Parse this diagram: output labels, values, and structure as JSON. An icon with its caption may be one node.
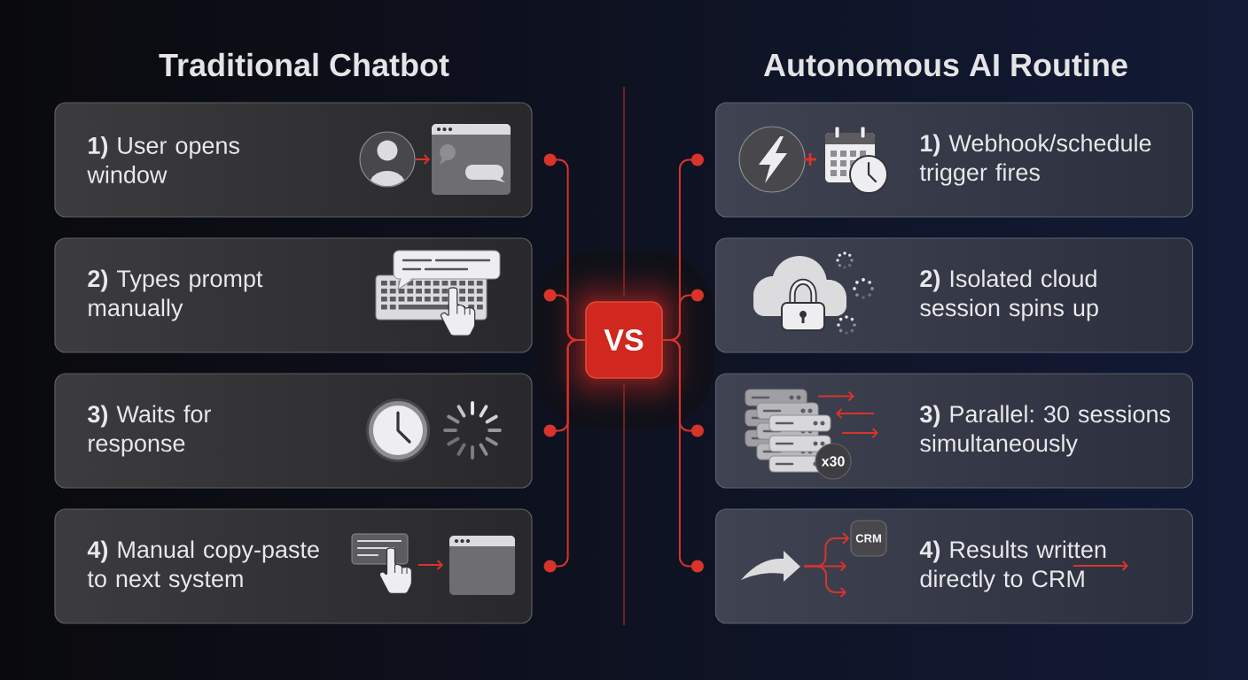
{
  "diagram": {
    "nodes": [
      {
        "text": [
          "**1)** User opens window"
        ]
      },
      {
        "text": [
          "**2)** Types prompt manually"
        ]
      },
      {
        "text": [
          "**3)** Waits for response"
        ]
      },
      {
        "text": [
          "**4)** Manual copy-paste to next system"
        ]
      },
      {
        "text": [
          "VS"
        ]
      },
      {
        "text": [
          "**1)** Webhook/schedule trigger fires"
        ]
      },
      {
        "text": [
          "**2)** Isolated cloud session spins up"
        ]
      },
      {
        "text": [
          "**3)** Parallel: 30 sessions simultaneously"
        ]
      },
      {
        "text": [
          "x30"
        ],
        "in": 7
      },
      {
        "text": [
          "**4)** Results written directly to CRM"
        ]
      },
      {
        "text": [
          "CRM"
        ],
        "in": 9
      }
    ],
    "edges": [
      {
        "from": 4,
        "to": 0,
        "arrow": "other"
      },
      {
        "from": 4,
        "to": 1,
        "arrow": "other"
      },
      {
        "from": 4,
        "to": 2,
        "arrow": "other"
      },
      {
        "from": 4,
        "to": 3,
        "arrow": "other"
      },
      {
        "from": 4,
        "to": 5,
        "arrow": "other"
      },
      {
        "from": 4,
        "to": 6,
        "arrow": "other"
      },
      {
        "from": 4,
        "to": 7,
        "arrow": "other"
      },
      {
        "from": 4,
        "to": 9,
        "arrow": "other"
      },
      {
        "from": null,
        "to": 10,
        "arrow": "to"
      }
    ],
    "labels": [
      "Traditional Chatbot",
      "Autonomous AI Routine"
    ]
  }
}
